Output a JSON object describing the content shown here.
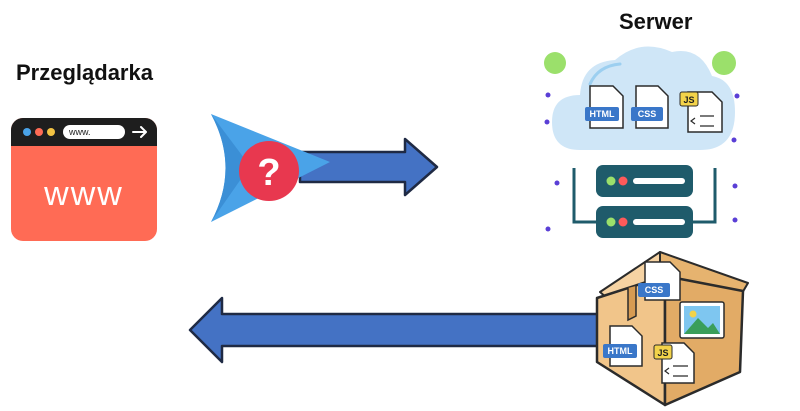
{
  "browser": {
    "title": "Przeglądarka",
    "url_text": "www.",
    "content_text": "www"
  },
  "request": {
    "symbol": "?"
  },
  "server": {
    "title": "Serwer",
    "files": {
      "html": "HTML",
      "css": "CSS",
      "js": "JS"
    }
  },
  "package": {
    "files": {
      "html": "HTML",
      "css": "CSS",
      "js": "JS"
    }
  },
  "colors": {
    "arrow_fill": "#4472c4",
    "arrow_stroke": "#1f2a44",
    "browser_body": "#ff6b55",
    "browser_bar": "#1e1e1e",
    "pin_blue": "#4aa3e8",
    "question_red": "#e8384f",
    "cloud": "#cfe6f7",
    "server_dark": "#1f5b6b",
    "box": "#f1c58a"
  },
  "icons": [
    "browser-window-icon",
    "location-pin-icon",
    "question-mark-icon",
    "cloud-icon",
    "server-rack-icon",
    "package-box-icon",
    "file-html-icon",
    "file-css-icon",
    "file-js-icon",
    "image-file-icon"
  ]
}
